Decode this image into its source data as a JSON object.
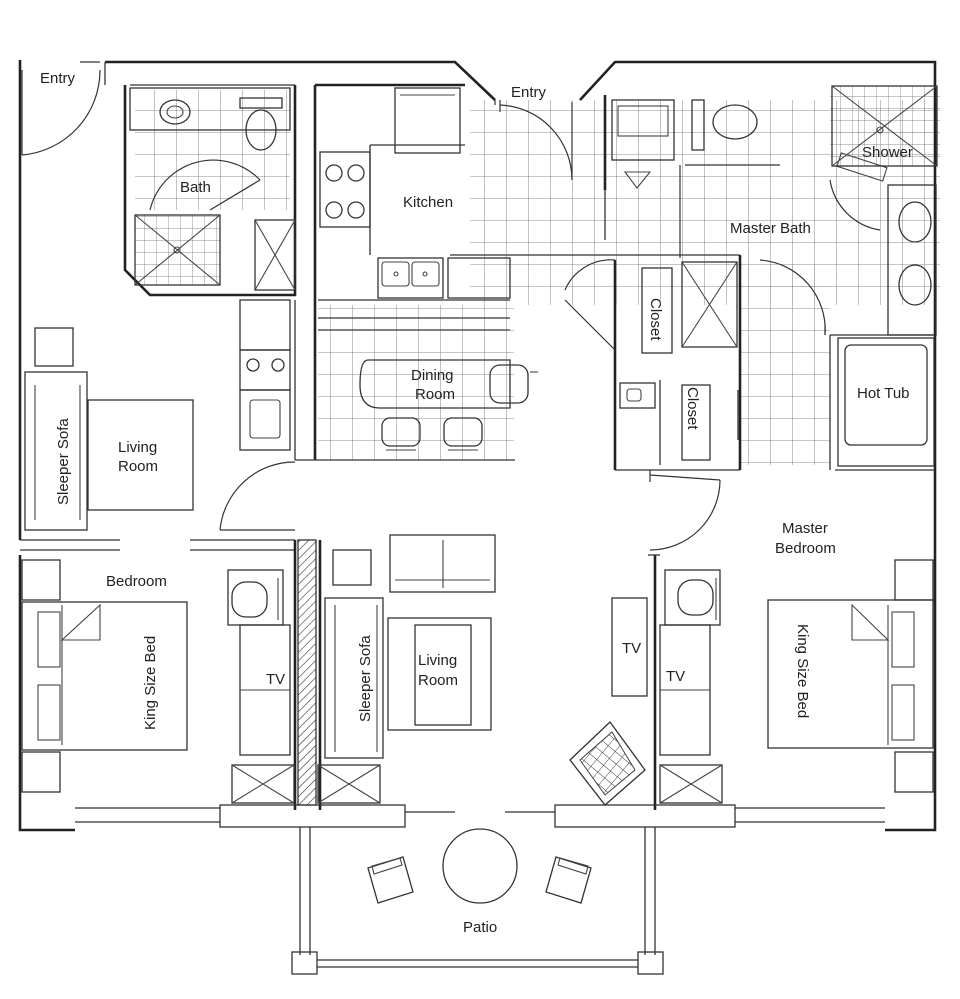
{
  "labels": {
    "entry_left": "Entry",
    "entry_center": "Entry",
    "bath": "Bath",
    "kitchen": "Kitchen",
    "master_bath": "Master Bath",
    "shower": "Shower",
    "closet_upper": "Closet",
    "closet_lower": "Closet",
    "dining_line1": "Dining",
    "dining_line2": "Room",
    "hot_tub": "Hot Tub",
    "sleeper_sofa_left": "Sleeper Sofa",
    "living_left_line1": "Living",
    "living_left_line2": "Room",
    "bedroom": "Bedroom",
    "king_bed_left": "King Size Bed",
    "tv_left": "TV",
    "sleeper_sofa_center": "Sleeper Sofa",
    "living_center_line1": "Living",
    "living_center_line2": "Room",
    "tv_right_outer": "TV",
    "tv_right_inner": "TV",
    "master_bedroom_line1": "Master",
    "master_bedroom_line2": "Bedroom",
    "king_bed_right": "King Size Bed",
    "patio": "Patio"
  }
}
